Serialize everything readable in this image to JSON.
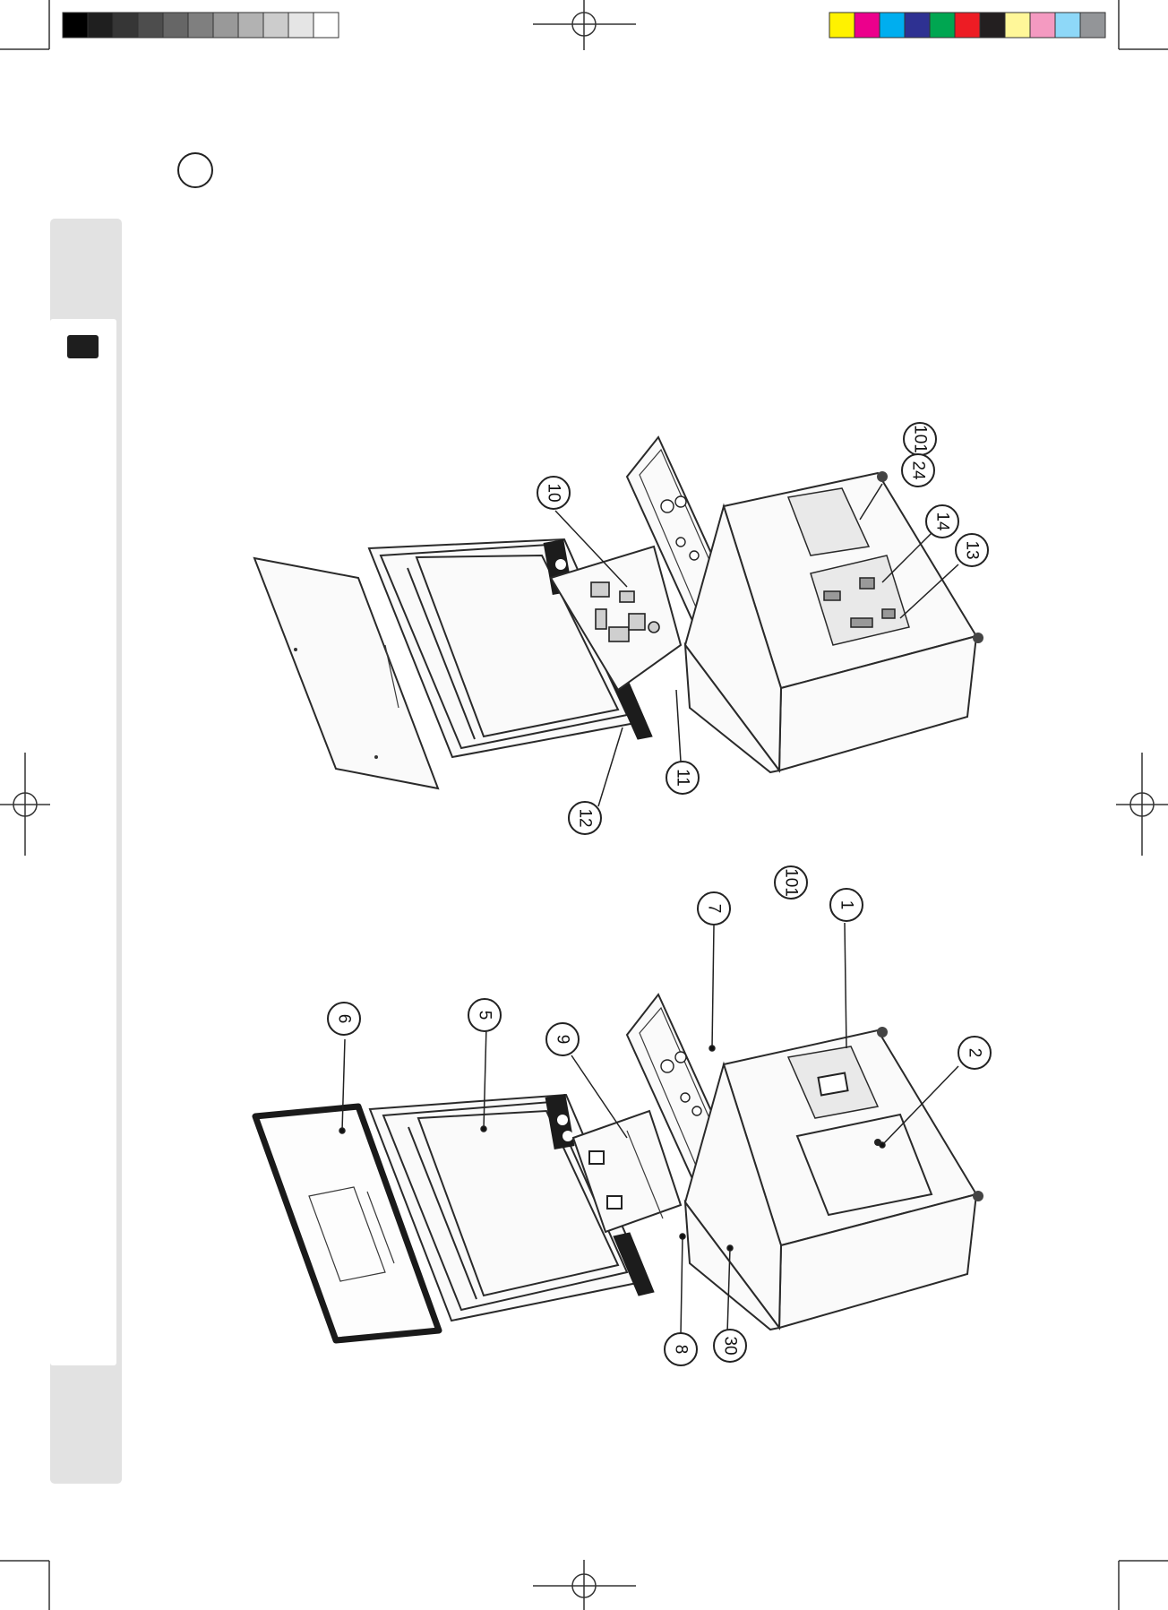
{
  "colors": {
    "grayscale_strip": [
      "#000000",
      "#1f1f1f",
      "#363636",
      "#4d4d4d",
      "#666666",
      "#7f7f7f",
      "#999999",
      "#b2b2b2",
      "#cccccc",
      "#e5e5e5",
      "#ffffff"
    ],
    "color_strip": [
      "#fff200",
      "#ec008c",
      "#00aeef",
      "#2e3192",
      "#00a651",
      "#ed1c24",
      "#231f20",
      "#fff799",
      "#f49ac1",
      "#8ed8f8",
      "#939598"
    ],
    "side_tab": "#e2e2e2",
    "tab_marker": "#1e1e1e"
  },
  "views": {
    "right_view": {
      "callouts": [
        "10",
        "101",
        "24",
        "14",
        "13",
        "11",
        "12"
      ]
    },
    "left_view": {
      "callouts": [
        "6",
        "5",
        "9",
        "7",
        "101",
        "1",
        "2",
        "8",
        "30"
      ]
    }
  }
}
